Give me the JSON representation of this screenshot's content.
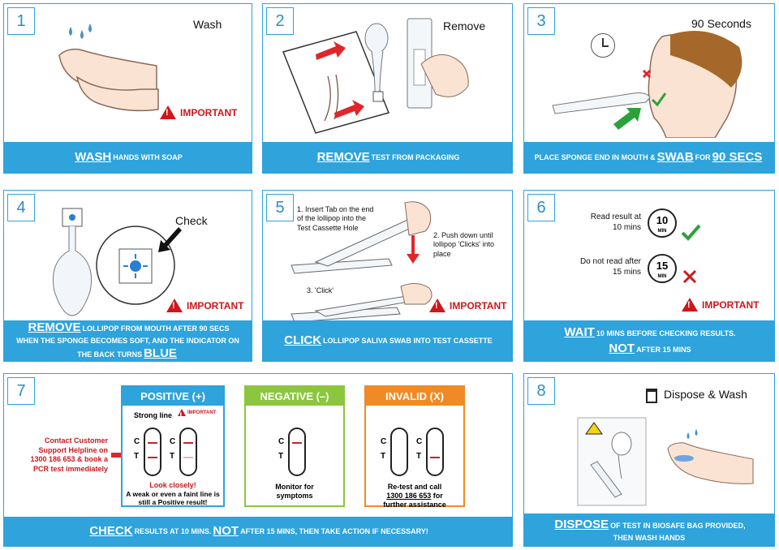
{
  "s1": {
    "num": "1",
    "title": "Wash",
    "important": "IMPORTANT",
    "bar_big": "WASH",
    "bar_text": "HANDS WITH SOAP"
  },
  "s2": {
    "num": "2",
    "title": "Remove",
    "bar_big": "REMOVE",
    "bar_text": "TEST FROM PACKAGING"
  },
  "s3": {
    "num": "3",
    "title": "90 Seconds",
    "bar_pre": "PLACE SPONGE END IN MOUTH &",
    "bar_big1": "SWAB",
    "bar_mid": "FOR",
    "bar_big2": "90 SECS"
  },
  "s4": {
    "num": "4",
    "check": "Check",
    "important": "IMPORTANT",
    "bar_big": "REMOVE",
    "bar_l1": "LOLLIPOP FROM MOUTH AFTER 90 SECS",
    "bar_l2": "WHEN THE SPONGE BECOMES SOFT, AND THE INDICATOR ON",
    "bar_l3": "THE BACK TURNS",
    "bar_big2": "BLUE"
  },
  "s5": {
    "num": "5",
    "step1": "1. Insert Tab on the end of the lollipop into the Test Cassette Hole",
    "step2": "2. Push down until lollipop 'Clicks' into place",
    "step3": "3. 'Click'",
    "important": "IMPORTANT",
    "bar_big": "CLICK",
    "bar_text": "LOLLIPOP SALIVA SWAB  INTO TEST CASSETTE"
  },
  "s6": {
    "num": "6",
    "read": "Read result at 10 mins",
    "noread": "Do not read after 15 mins",
    "c1": "10",
    "c2": "15",
    "min": "MIN",
    "important": "IMPORTANT",
    "bar_big": "WAIT",
    "bar_text": "10 MINS BEFORE CHECKING RESULTS.",
    "bar_big2": "NOT",
    "bar_text2": "AFTER 15 MINS"
  },
  "s7": {
    "num": "7",
    "contact": "Contact Customer Support Helpline on 1300 186 653 & book a PCR test immediately",
    "pos": "POSITIVE (+)",
    "strong": "Strong line",
    "imp_small": "IMPORTANT",
    "look": "Look closely!",
    "weak": "A weak or even a faint line is still a Positive result!",
    "neg": "NEGATIVE (–)",
    "monitor": "Monitor for symptoms",
    "inv": "INVALID (X)",
    "retest": "Re-test and call",
    "phone": "1300 186 653",
    "assist": "for further assistance",
    "c": "C",
    "t": "T",
    "bar_big": "CHECK",
    "bar_text": "RESULTS AT 10 MINS.",
    "bar_big2": "NOT",
    "bar_text2": "AFTER 15 MINS, THEN TAKE ACTION IF NECESSARY!"
  },
  "s8": {
    "num": "8",
    "title": "Dispose & Wash",
    "bar_big": "DISPOSE",
    "bar_text": "OF TEST IN BIOSAFE BAG PROVIDED,",
    "bar_text2": "THEN WASH HANDS"
  },
  "colors": {
    "blue": "#2ea3dc",
    "green": "#8cc63e",
    "orange": "#f08a24",
    "red": "#d0161b"
  }
}
